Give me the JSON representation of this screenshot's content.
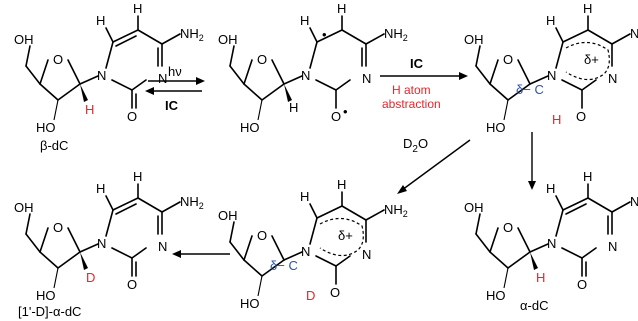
{
  "labels": {
    "beta_dC": "β-dC",
    "alpha_dC": "α-dC",
    "deut_alpha_dC": "[1'-D]-α-dC",
    "hv": "hν",
    "ic": "IC",
    "h_abstraction_1": "H atom",
    "h_abstraction_2": "abstraction",
    "d2o_d": "D",
    "d2o_sub": "2",
    "d2o_o": "O"
  },
  "atoms": {
    "OH": "OH",
    "HO": "HO",
    "O": "O",
    "N": "N",
    "H": "H",
    "NH2": "NH",
    "NH2_sub": "2",
    "D": "D",
    "delta_plus": "δ+",
    "delta_minus_c": "δ− C",
    "radical": "•"
  },
  "colors": {
    "highlight": "#e8262b",
    "charge": "#2f54a6"
  }
}
